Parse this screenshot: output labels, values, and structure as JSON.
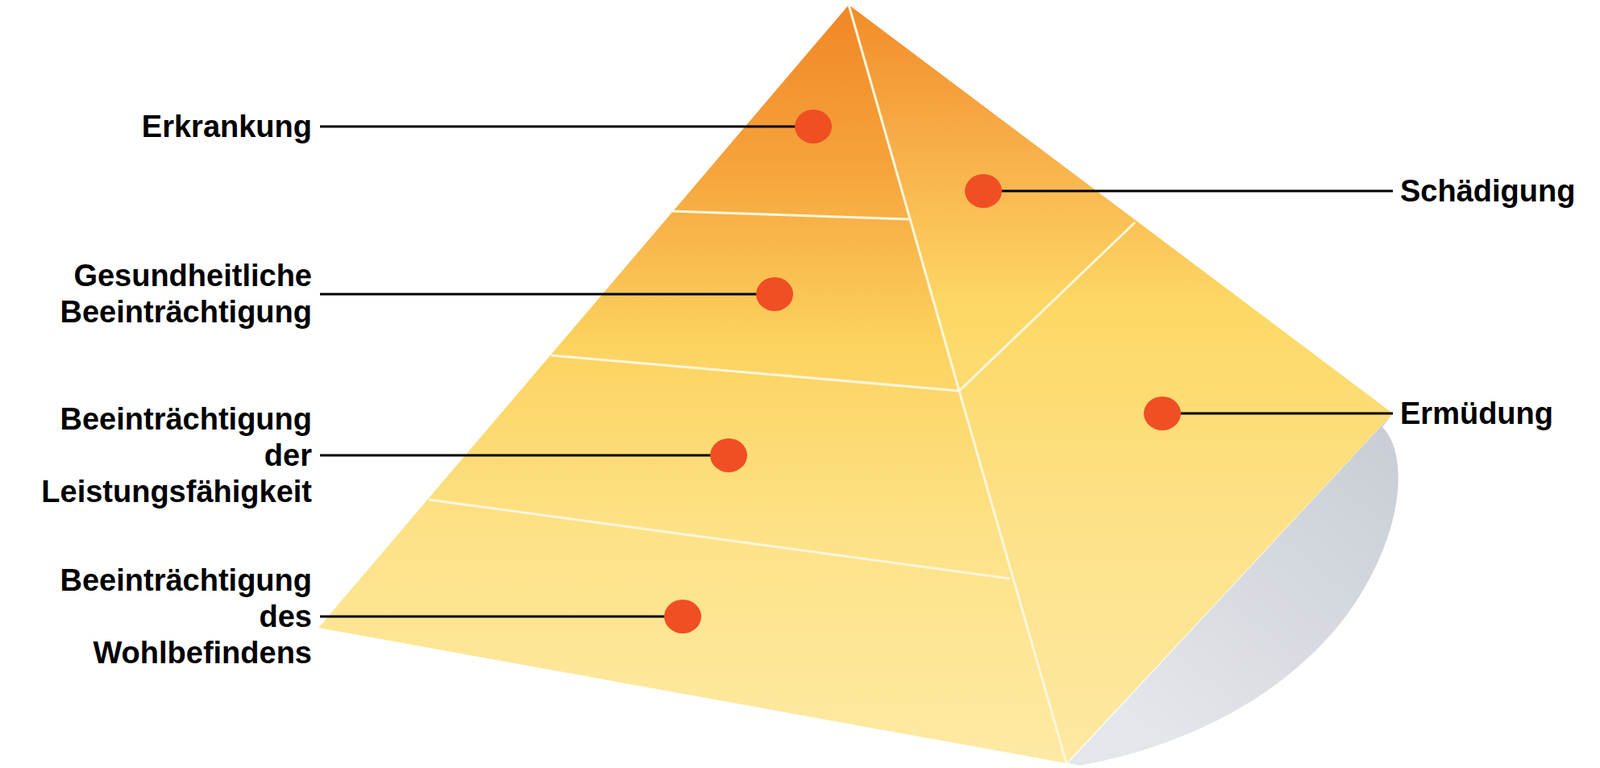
{
  "diagram": {
    "labels": [
      "Erkrankung",
      "Schädigung",
      "Gesundheitliche Beeinträchtigung",
      "Ermüdung",
      "Beeinträchtigung der Leistungsfähigkeit",
      "Beeinträchtigung des Wohlbefindens"
    ]
  }
}
